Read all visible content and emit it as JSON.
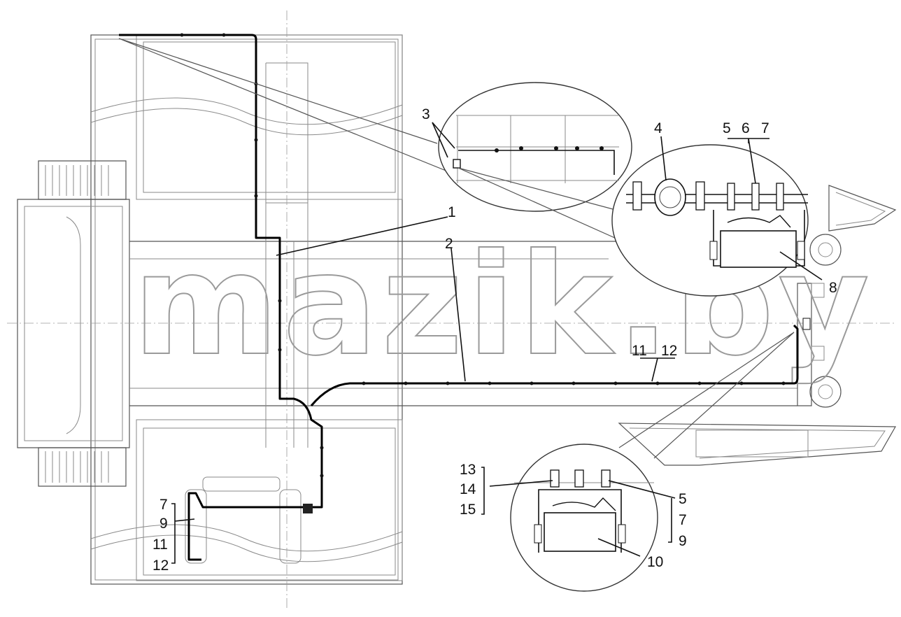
{
  "watermark": "mazik.by",
  "callouts": {
    "c1": "1",
    "c2": "2",
    "c3": "3",
    "c4": "4",
    "c5a": "5",
    "c6": "6",
    "c7a": "7",
    "c8": "8",
    "c11a": "11",
    "c12a": "12",
    "c13": "13",
    "c14": "14",
    "c15": "15",
    "c5b": "5",
    "c7b": "7",
    "c9b": "9",
    "c10": "10",
    "c7c": "7",
    "c9c": "9",
    "c11c": "11",
    "c12c": "12"
  }
}
